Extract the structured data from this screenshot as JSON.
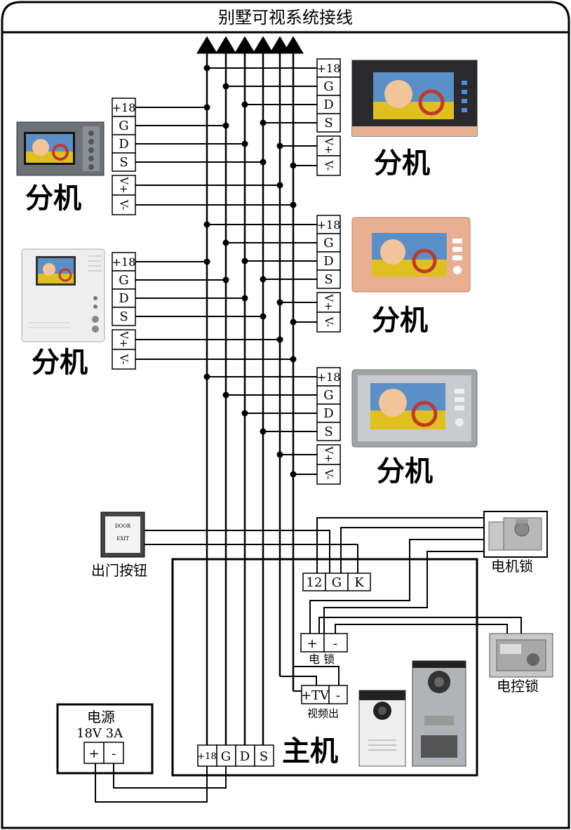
{
  "title": "别墅可视系统接线",
  "bus_terminals": [
    "+18",
    "G",
    "D",
    "S",
    "V+",
    "V-"
  ],
  "indoor_unit_label": "分机",
  "main_unit": {
    "label": "主机",
    "bus_terminals": [
      "+18",
      "G",
      "D",
      "S"
    ]
  },
  "exit_button": {
    "label": "出门按钮",
    "face_top": "DOOR",
    "face_bottom": "EXIT"
  },
  "button_terminals": [
    "12",
    "G",
    "K"
  ],
  "motor_lock_label": "电机锁",
  "lock_terminals": [
    "+",
    "-"
  ],
  "lock_terminals_label": "电 锁",
  "electric_lock_label": "电控锁",
  "video_terminals": [
    "+TV",
    "-"
  ],
  "video_out_label": "视频出",
  "power": {
    "title": "电源",
    "spec": "18V  3A",
    "terminals": [
      "+",
      "-"
    ]
  },
  "colors": {
    "line": "#000000",
    "screen_sky": "#5a8fc8",
    "face": "#f2c49a",
    "bezel_gray": "#6d7278",
    "bezel_black": "#2a2a2e",
    "bezel_copper": "#e8b090",
    "bezel_white": "#eeeeee",
    "bezel_silver": "#a0a4a8",
    "lock_metal": "#c8c8c8"
  }
}
